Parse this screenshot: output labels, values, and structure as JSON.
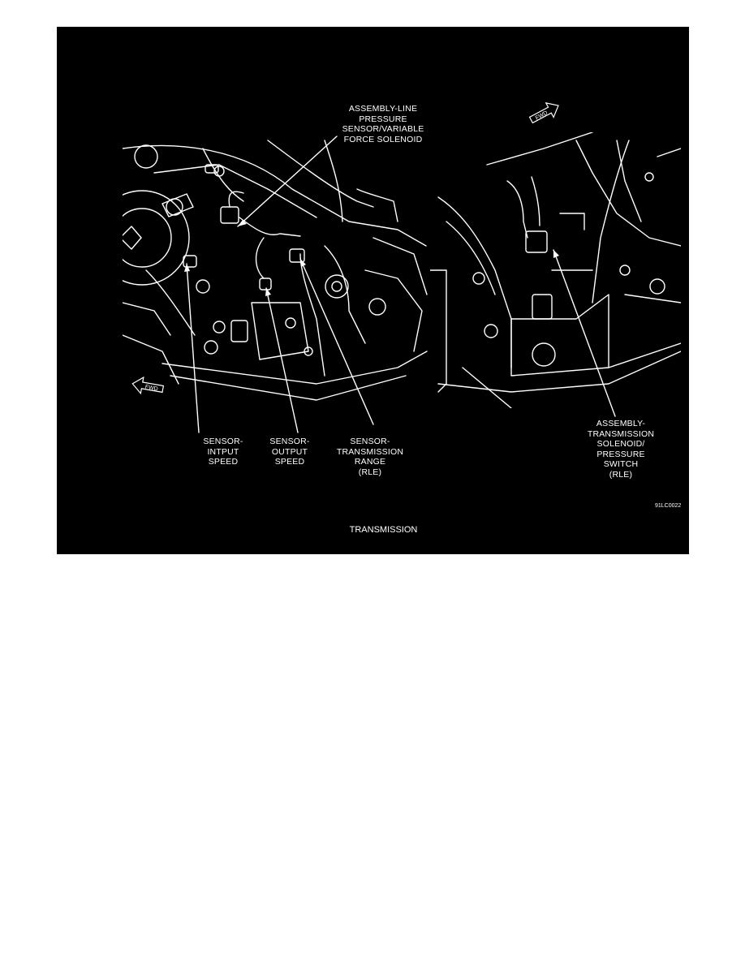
{
  "figure": {
    "caption": "TRANSMISSION",
    "figure_id": "91LC0022",
    "labels": {
      "line_pressure": "ASSEMBLY-LINE\nPRESSURE\nSENSOR/VARIABLE\nFORCE SOLENOID",
      "input_speed": "SENSOR-\nINTPUT\nSPEED",
      "output_speed": "SENSOR-\nOUTPUT\nSPEED",
      "trans_range": "SENSOR-\nTRANSMISSION\nRANGE\n(RLE)",
      "solenoid_switch": "ASSEMBLY-\nTRANSMISSION\nSOLENOID/\nPRESSURE\nSWITCH\n(RLE)"
    },
    "fwd_text": "FWD",
    "colors": {
      "background": "#000000",
      "ink": "#ffffff",
      "page": "#ffffff"
    }
  }
}
